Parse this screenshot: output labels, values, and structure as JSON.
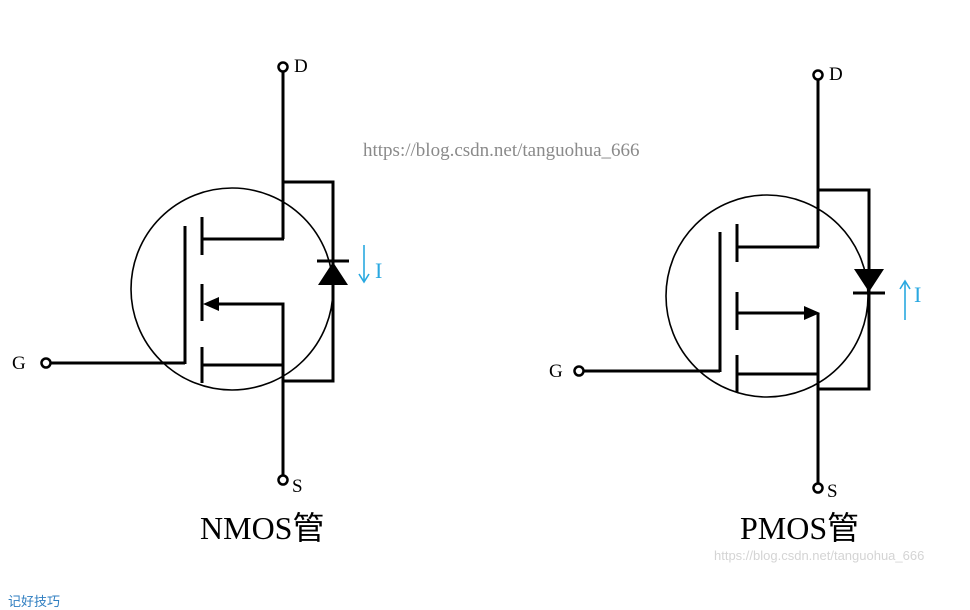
{
  "nmos": {
    "caption": "NMOS管",
    "drain_label": "D",
    "gate_label": "G",
    "source_label": "S",
    "current_label": "I"
  },
  "pmos": {
    "caption": "PMOS管",
    "drain_label": "D",
    "gate_label": "G",
    "source_label": "S",
    "current_label": "I"
  },
  "watermark": {
    "center": "https://blog.csdn.net/tanguohua_666",
    "corner": "https://blog.csdn.net/tanguohua_666"
  },
  "footer": {
    "link_text": "记好技巧"
  },
  "colors": {
    "line": "#000000",
    "current_arrow": "#29a8e0"
  }
}
